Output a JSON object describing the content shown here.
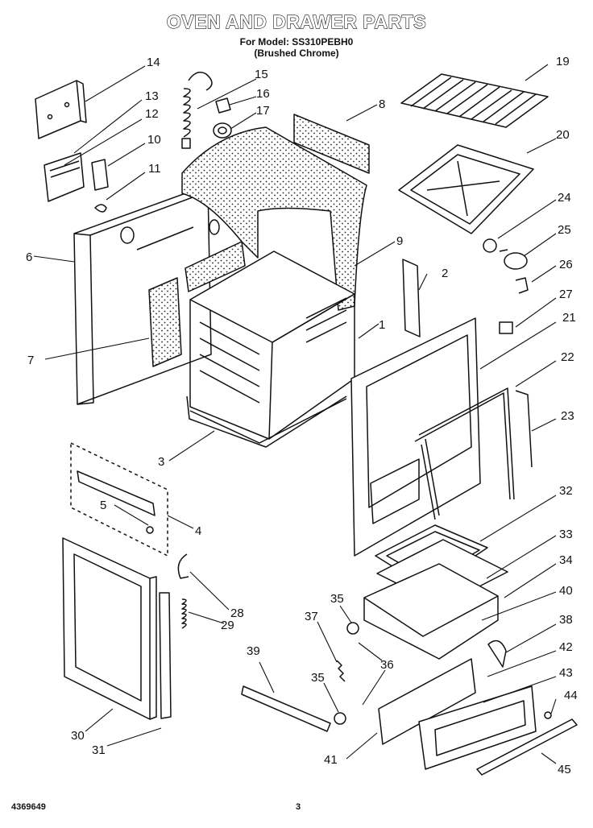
{
  "header": {
    "title": "OVEN AND DRAWER PARTS",
    "model_line": "For Model: SS310PEBH0",
    "finish_line": "(Brushed Chrome)"
  },
  "footer": {
    "document_number": "4369649",
    "page_number": "3"
  },
  "part_labels": [
    "1",
    "2",
    "3",
    "4",
    "5",
    "6",
    "7",
    "8",
    "9",
    "10",
    "11",
    "12",
    "13",
    "14",
    "15",
    "16",
    "17",
    "19",
    "20",
    "21",
    "22",
    "23",
    "24",
    "25",
    "26",
    "27",
    "28",
    "29",
    "30",
    "31",
    "32",
    "33",
    "34",
    "35",
    "35",
    "36",
    "37",
    "38",
    "39",
    "40",
    "41",
    "42",
    "43",
    "44",
    "45"
  ]
}
